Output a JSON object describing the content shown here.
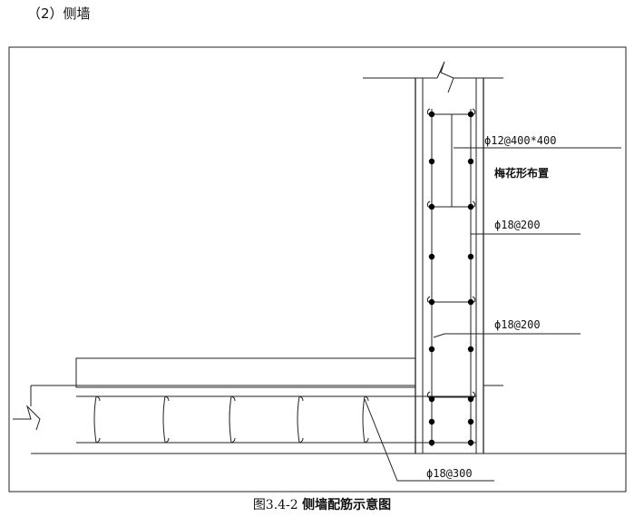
{
  "section_heading": "（2）侧墙",
  "labels": {
    "tie_bar": "ϕ12@400*400",
    "tie_pattern": "梅花形布置",
    "wall_bar_1": "ϕ18@200",
    "wall_bar_2": "ϕ18@200",
    "slab_bar": "ϕ18@300"
  },
  "caption": {
    "number": "图3.4-2",
    "title": "侧墙配筋示意图"
  }
}
